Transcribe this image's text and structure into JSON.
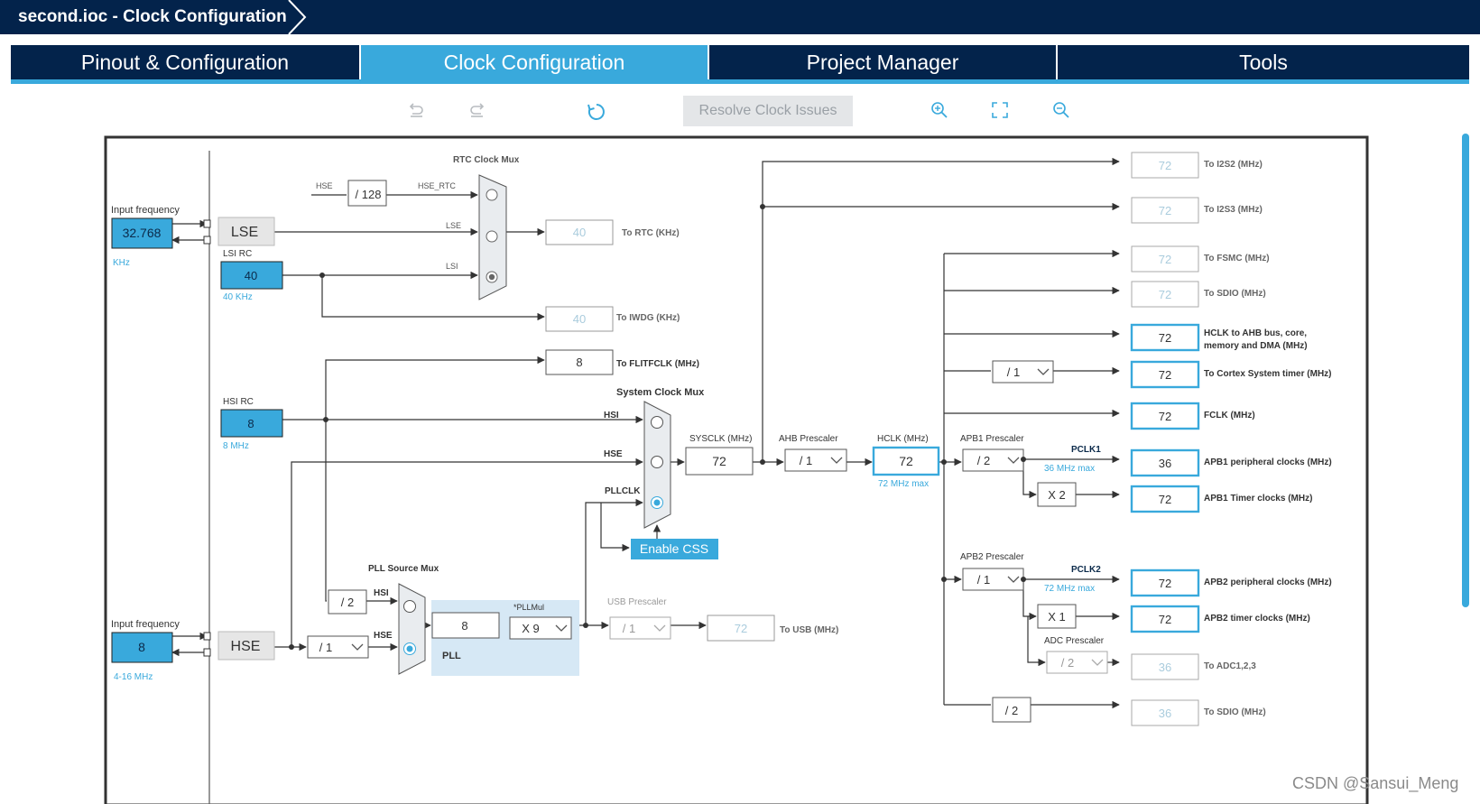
{
  "window": {
    "title": "second.ioc - Clock Configuration"
  },
  "tabs": [
    {
      "label": "Pinout & Configuration",
      "active": false
    },
    {
      "label": "Clock Configuration",
      "active": true
    },
    {
      "label": "Project Manager",
      "active": false
    },
    {
      "label": "Tools",
      "active": false
    }
  ],
  "toolbar": {
    "resolve_label": "Resolve Clock Issues",
    "icons": [
      "undo-icon",
      "redo-icon",
      "reset-icon",
      "zoom-in-icon",
      "fit-screen-icon",
      "zoom-out-icon"
    ]
  },
  "colors": {
    "navy": "#03234b",
    "accent": "#39a9dc",
    "grey": "#e6e6e6"
  },
  "clock": {
    "lse": {
      "input_label": "Input frequency",
      "value": "32.768",
      "unit": "KHz",
      "name": "LSE"
    },
    "lsi": {
      "label": "LSI RC",
      "value": "40",
      "unit": "40 KHz"
    },
    "hsi": {
      "label": "HSI RC",
      "value": "8",
      "unit": "8 MHz"
    },
    "hse": {
      "input_label": "Input frequency",
      "value": "8",
      "unit": "4-16 MHz",
      "name": "HSE"
    },
    "rtc_mux": {
      "title": "RTC Clock Mux",
      "hse_label": "HSE",
      "div": "/ 128",
      "hse_rtc_label": "HSE_RTC",
      "lse_label": "LSE",
      "lsi_label": "LSI"
    },
    "to_rtc": {
      "value": "40",
      "label": "To RTC (KHz)"
    },
    "to_iwdg": {
      "value": "40",
      "label": "To IWDG (KHz)"
    },
    "to_flitf": {
      "value": "8",
      "label": "To FLITFCLK (MHz)"
    },
    "sys_mux": {
      "title": "System Clock Mux",
      "hsi": "HSI",
      "hse": "HSE",
      "pllclk": "PLLCLK"
    },
    "enable_css": "Enable CSS",
    "sysclk": {
      "label": "SYSCLK (MHz)",
      "value": "72"
    },
    "ahb_prescaler": {
      "label": "AHB Prescaler",
      "value": "/ 1"
    },
    "hclk": {
      "label": "HCLK (MHz)",
      "value": "72",
      "max": "72 MHz max"
    },
    "pll_src_mux": {
      "title": "PLL Source Mux",
      "hsi": "HSI",
      "hse": "HSE",
      "hsi_div": "/ 2",
      "hse_prediv": "/ 1"
    },
    "pll": {
      "label": "PLL",
      "input": "8",
      "mul_label": "*PLLMul",
      "mul": "X 9"
    },
    "usb": {
      "label": "USB Prescaler",
      "div": "/ 1",
      "value": "72",
      "out": "To USB (MHz)"
    },
    "apb1": {
      "label": "APB1 Prescaler",
      "div": "/ 2",
      "pclk": "PCLK1",
      "max": "36 MHz max",
      "timer_mul": "X 2"
    },
    "apb2": {
      "label": "APB2 Prescaler",
      "div": "/ 1",
      "pclk": "PCLK2",
      "max": "72 MHz max",
      "timer_mul": "X 1"
    },
    "adc": {
      "label": "ADC Prescaler",
      "div": "/ 2"
    },
    "cortex_div": "/ 1",
    "sdio_div": "/ 2",
    "outputs": [
      {
        "value": "72",
        "label": "To I2S2 (MHz)",
        "enabled": false
      },
      {
        "value": "72",
        "label": "To I2S3 (MHz)",
        "enabled": false
      },
      {
        "value": "72",
        "label": "To FSMC (MHz)",
        "enabled": false
      },
      {
        "value": "72",
        "label": "To SDIO (MHz)",
        "enabled": false
      },
      {
        "value": "72",
        "label": "HCLK to AHB bus, core,",
        "label2": "memory and DMA (MHz)",
        "enabled": true
      },
      {
        "value": "72",
        "label": "To Cortex System timer (MHz)",
        "enabled": true
      },
      {
        "value": "72",
        "label": "FCLK (MHz)",
        "enabled": true
      },
      {
        "value": "36",
        "label": "APB1 peripheral clocks (MHz)",
        "enabled": true
      },
      {
        "value": "72",
        "label": "APB1 Timer clocks (MHz)",
        "enabled": true
      },
      {
        "value": "72",
        "label": "APB2 peripheral clocks (MHz)",
        "enabled": true
      },
      {
        "value": "72",
        "label": "APB2 timer clocks (MHz)",
        "enabled": true
      },
      {
        "value": "36",
        "label": "To ADC1,2,3",
        "enabled": false
      },
      {
        "value": "36",
        "label": "To SDIO (MHz)",
        "enabled": false
      }
    ]
  },
  "watermark": "CSDN @Sansui_Meng"
}
